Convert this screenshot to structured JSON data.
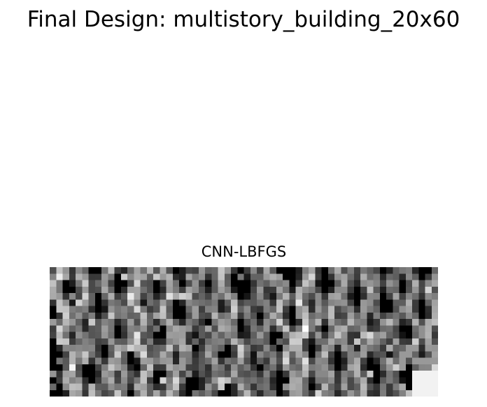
{
  "figure": {
    "title": "Final Design: multistory_building_20x60"
  },
  "subplot": {
    "title": "CNN-LBFGS",
    "colormap": "grayscale",
    "image_rows": 20,
    "image_cols": 60,
    "axes_visible": false
  }
}
